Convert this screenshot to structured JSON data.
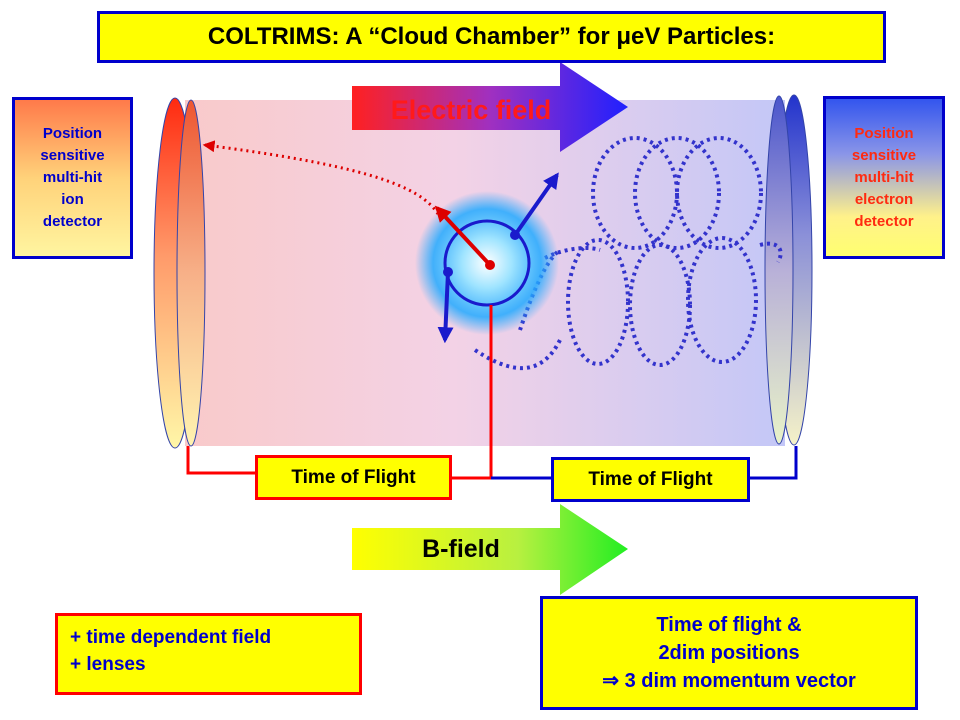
{
  "title": "COLTRIMS: A “Cloud Chamber” for μeV Particles:",
  "arrows": {
    "electric_field": "Electric field",
    "b_field": "B-field"
  },
  "detectors": {
    "ion": [
      "Position",
      "sensitive",
      "multi-hit",
      "ion",
      "detector"
    ],
    "electron": [
      "Position",
      "sensitive",
      "multi-hit",
      "electron",
      "detector"
    ]
  },
  "tof": {
    "left": "Time of Flight",
    "right": "Time of Flight"
  },
  "notes": [
    "+ time dependent field",
    "+ lenses"
  ],
  "summary": [
    "Time of flight &",
    "2dim positions",
    "⇒ 3 dim momentum vector"
  ],
  "colors": {
    "box_border_blue": "#0000cc",
    "box_border_red": "#ff0000",
    "box_fill": "#ffff00",
    "electron_path": "#3333cc",
    "ion_path": "#dd0000"
  }
}
